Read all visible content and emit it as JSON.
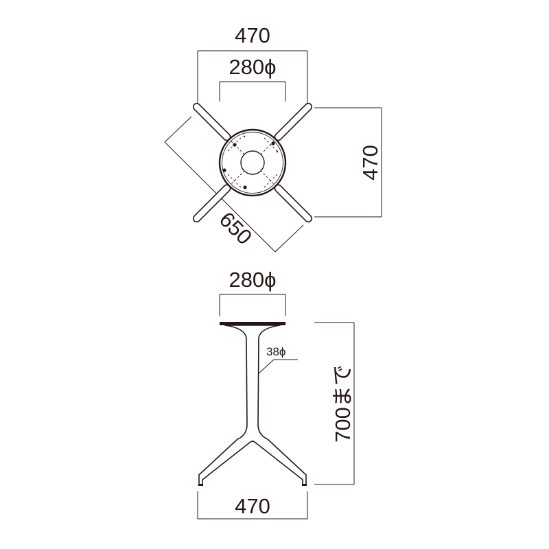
{
  "top_view": {
    "width_label": "470",
    "plate_label": "280ϕ",
    "depth_label": "470",
    "diagonal_label": "650"
  },
  "side_view": {
    "plate_label": "280ϕ",
    "column_label": "38ϕ",
    "height_label": "700まで",
    "base_label": "470"
  }
}
